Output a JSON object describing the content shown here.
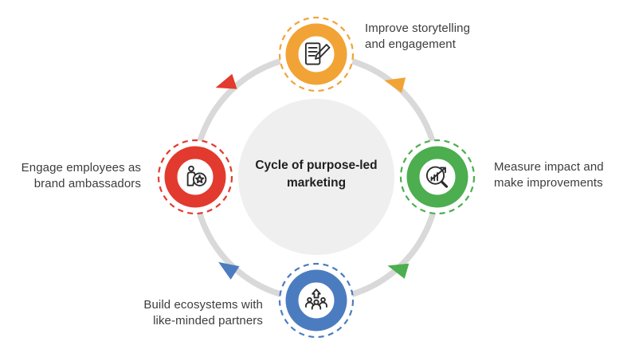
{
  "diagram": {
    "type": "cycle",
    "title_lines": [
      "Cycle of purpose-led",
      "marketing"
    ],
    "ring_color": "#D9D9D9",
    "center_fill": "#EFEFEF",
    "text_color": "#3D3D3D",
    "icon_color": "#2B2B2B",
    "nodes": [
      {
        "id": "improve-storytelling",
        "position": "top",
        "color": "#F2A336",
        "icon": "document-pencil-icon",
        "lines": [
          "Improve storytelling",
          "and engagement"
        ]
      },
      {
        "id": "measure-impact",
        "position": "right",
        "color": "#4CAE4F",
        "icon": "magnifier-growth-chart-icon",
        "lines": [
          "Measure impact and",
          "make improvements"
        ]
      },
      {
        "id": "build-ecosystems",
        "position": "bottom",
        "color": "#4C7CC0",
        "icon": "team-growth-icon",
        "lines": [
          "Build ecosystems with",
          "like-minded partners"
        ]
      },
      {
        "id": "engage-employees",
        "position": "left",
        "color": "#E23A2E",
        "icon": "person-star-badge-icon",
        "lines": [
          "Engage employees as",
          "brand ambassadors"
        ]
      }
    ],
    "arrows": [
      {
        "id": "arrow-top-right",
        "color": "#F2A336"
      },
      {
        "id": "arrow-bottom-right",
        "color": "#4CAE4F"
      },
      {
        "id": "arrow-bottom-left",
        "color": "#4C7CC0"
      },
      {
        "id": "arrow-top-left",
        "color": "#E23A2E"
      }
    ]
  }
}
